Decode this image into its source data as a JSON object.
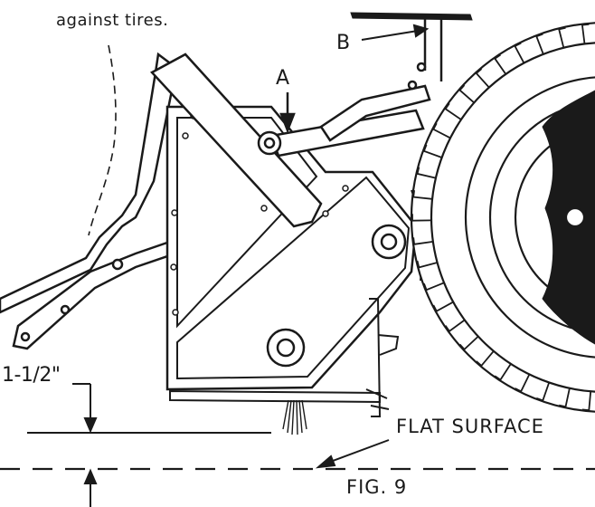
{
  "labels": {
    "caption_fragment": "against tires.",
    "callout_a": "A",
    "callout_b": "B",
    "dimension": "1-1/2\"",
    "flat_surface": "FLAT SURFACE",
    "figure_number": "FIG. 9"
  },
  "colors": {
    "ink": "#1a1a1a",
    "paper": "#ffffff"
  }
}
